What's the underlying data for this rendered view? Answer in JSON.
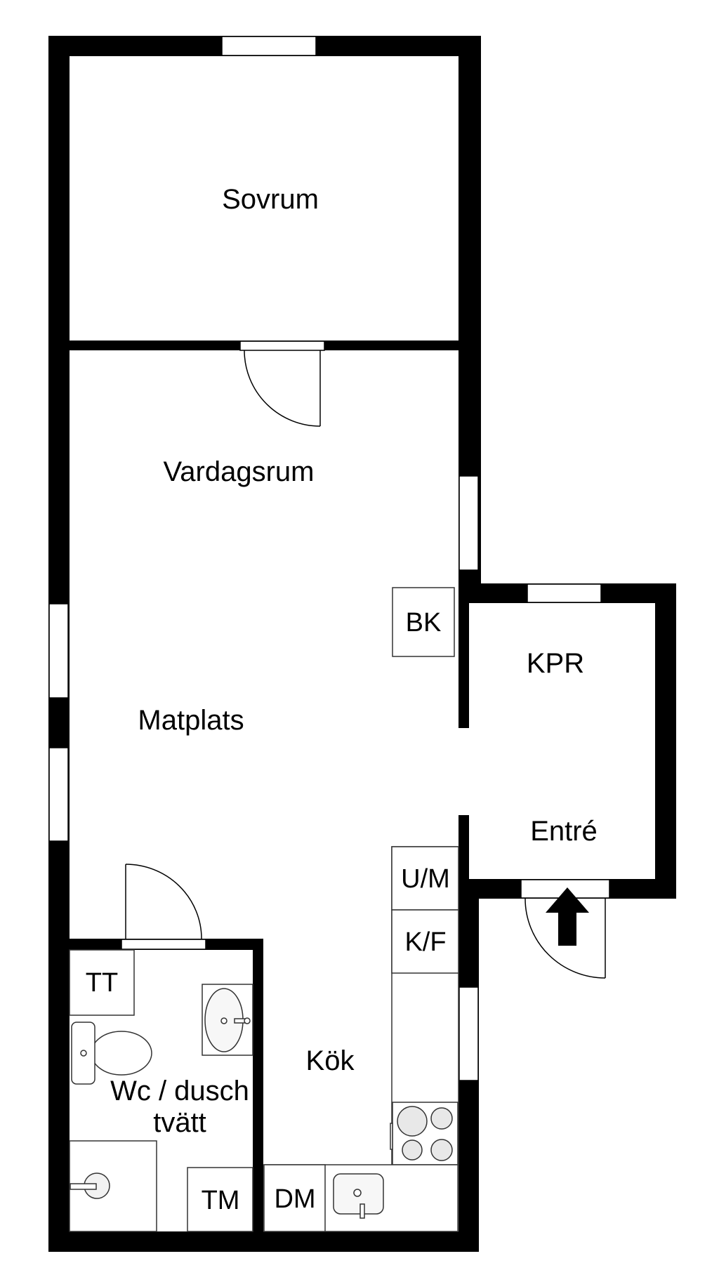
{
  "plan": {
    "wall_color": "#000000",
    "background": "#ffffff",
    "fixture_fill": "#e8e8e8",
    "rooms": {
      "sovrum": "Sovrum",
      "vardagsrum": "Vardagsrum",
      "matplats": "Matplats",
      "kpr": "KPR",
      "entre": "Entré",
      "kok": "Kök",
      "wc_line1": "Wc / dusch",
      "wc_line2": "tvätt"
    },
    "fixtures": {
      "bk": "BK",
      "um": "U/M",
      "kf": "K/F",
      "dm": "DM",
      "tt": "TT",
      "tm": "TM"
    },
    "entrance_marker": "arrow-up"
  }
}
